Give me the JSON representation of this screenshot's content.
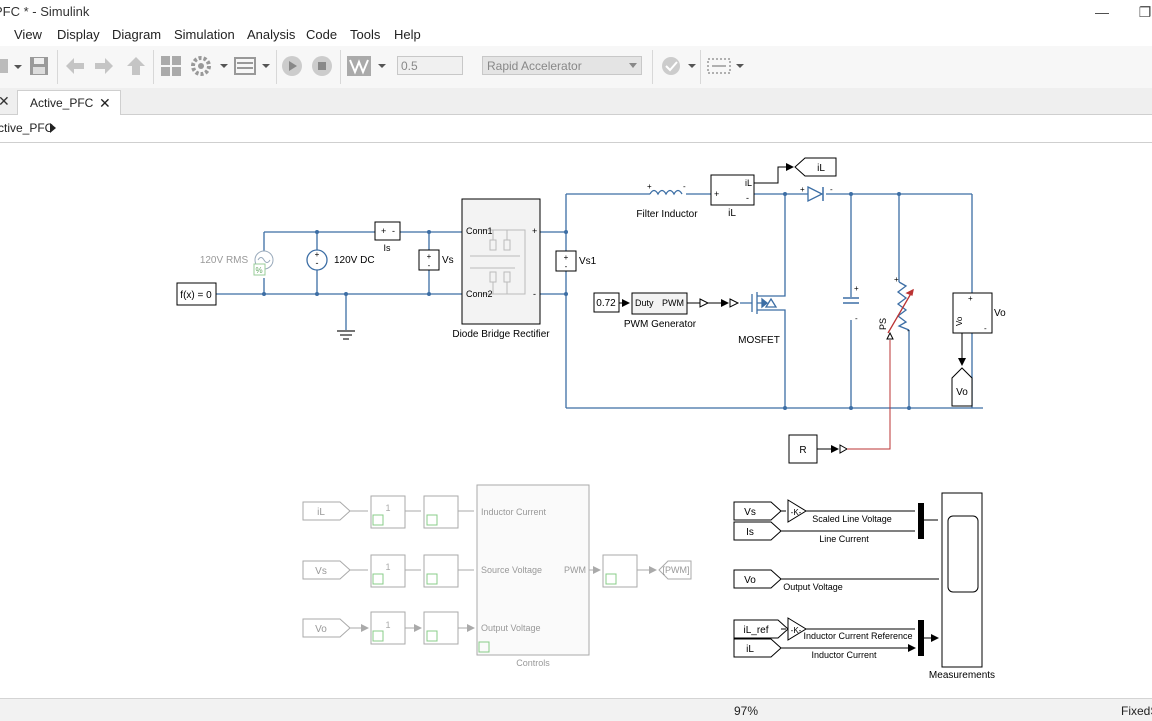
{
  "window": {
    "title": "PFC * - Simulink",
    "minimize": "—",
    "restore": "❐"
  },
  "menu": [
    "View",
    "Display",
    "Diagram",
    "Simulation",
    "Analysis",
    "Code",
    "Tools",
    "Help"
  ],
  "toolbar": {
    "stop_time": "0.5",
    "sim_mode": "Rapid Accelerator"
  },
  "tabs": [
    {
      "label": "Active_PFC"
    }
  ],
  "breadcrumb": {
    "label": "ctive_PFC"
  },
  "status": {
    "zoom": "97%",
    "solver": "FixedS"
  },
  "diagram": {
    "labels": {
      "ac_source": "120V RMS",
      "dc_source": "120V DC",
      "const_block": "f(x) = 0",
      "is_sensor": "Is",
      "vs_sensor": "Vs",
      "vs1_sensor": "Vs1",
      "bridge": "Diode Bridge Rectifier",
      "conn1": "Conn1",
      "conn2": "Conn2",
      "filter_inductor": "Filter Inductor",
      "il_sensor": "iL",
      "il_sensor_port": "iL",
      "il_goto": "iL",
      "mosfet": "MOSFET",
      "duty_const": "0.72",
      "pwm_gen": "PWM Generator",
      "pwm_duty": "Duty",
      "pwm_out": "PWM",
      "ps_label": "PS",
      "vo_sensor": "Vo",
      "vo_goto": "Vo",
      "r_const": "R"
    },
    "controls": {
      "from_tags": [
        "iL",
        "Vs",
        "Vo"
      ],
      "inputs": [
        "Inductor Current",
        "Source Voltage",
        "Output Voltage"
      ],
      "output": "PWM",
      "name": "Controls",
      "goto": "[PWM]"
    },
    "measurements": {
      "from_tags": [
        "Vs",
        "Is",
        "Vo",
        "iL_ref",
        "iL"
      ],
      "gain": "-K-",
      "signals": [
        "Scaled Line Voltage",
        "Line Current",
        "Output Voltage",
        "Inductor Current Reference",
        "Inductor Current"
      ],
      "name": "Measurements"
    }
  }
}
